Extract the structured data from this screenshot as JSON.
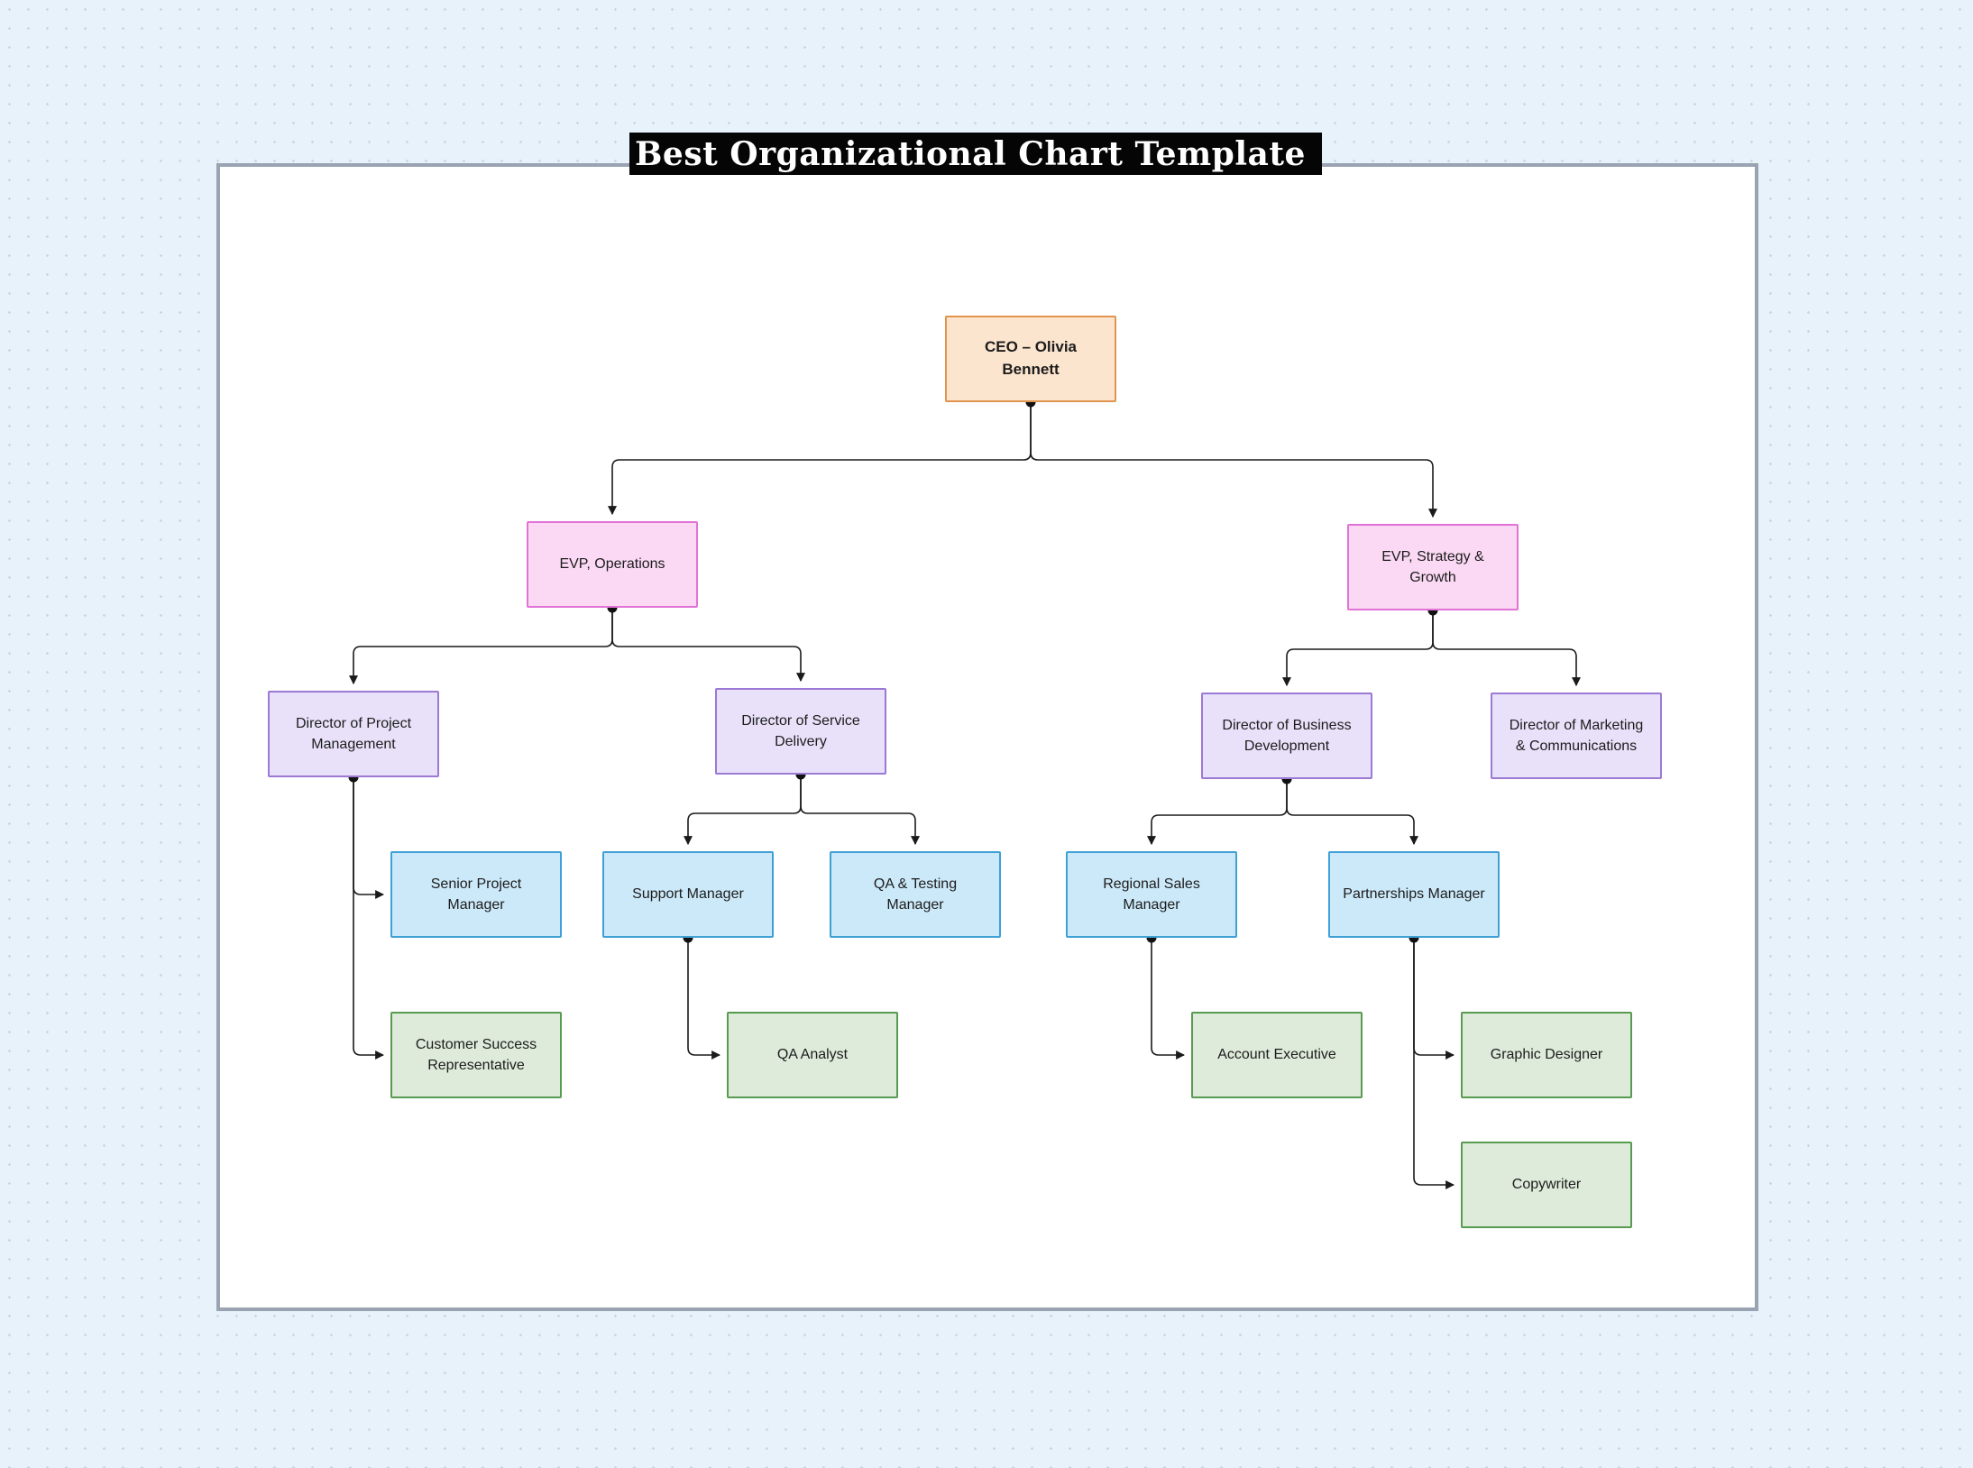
{
  "title": "Best Organizational Chart Template",
  "nodes": {
    "ceo": {
      "label": "CEO – Olivia Bennett",
      "level": "ceo"
    },
    "evp_operations": {
      "label": "EVP, Operations",
      "level": "evp"
    },
    "evp_strategy": {
      "label": "EVP, Strategy & Growth",
      "level": "evp"
    },
    "dir_project": {
      "label": "Director of Project Management",
      "level": "director"
    },
    "dir_service": {
      "label": "Director of Service Delivery",
      "level": "director"
    },
    "dir_bizdev": {
      "label": "Director of Business Development",
      "level": "director"
    },
    "dir_marketing": {
      "label": "Director of Marketing & Communications",
      "level": "director"
    },
    "senior_pm": {
      "label": "Senior Project Manager",
      "level": "manager"
    },
    "support_mgr": {
      "label": "Support Manager",
      "level": "manager"
    },
    "qa_testing_mgr": {
      "label": "QA & Testing Manager",
      "level": "manager"
    },
    "regional_sales": {
      "label": "Regional Sales Manager",
      "level": "manager"
    },
    "partnerships": {
      "label": "Partnerships Manager",
      "level": "manager"
    },
    "csr": {
      "label": "Customer Success Representative",
      "level": "staff"
    },
    "qa_analyst": {
      "label": "QA Analyst",
      "level": "staff"
    },
    "account_exec": {
      "label": "Account Executive",
      "level": "staff"
    },
    "graphic_designer": {
      "label": "Graphic Designer",
      "level": "staff"
    },
    "copywriter": {
      "label": "Copywriter",
      "level": "staff"
    }
  },
  "edges": [
    {
      "from": "ceo",
      "to": "evp_operations"
    },
    {
      "from": "ceo",
      "to": "evp_strategy"
    },
    {
      "from": "evp_operations",
      "to": "dir_project"
    },
    {
      "from": "evp_operations",
      "to": "dir_service"
    },
    {
      "from": "evp_strategy",
      "to": "dir_bizdev"
    },
    {
      "from": "evp_strategy",
      "to": "dir_marketing"
    },
    {
      "from": "dir_project",
      "to": "senior_pm"
    },
    {
      "from": "dir_project",
      "to": "csr"
    },
    {
      "from": "dir_service",
      "to": "support_mgr"
    },
    {
      "from": "dir_service",
      "to": "qa_testing_mgr"
    },
    {
      "from": "dir_bizdev",
      "to": "regional_sales"
    },
    {
      "from": "dir_bizdev",
      "to": "partnerships"
    },
    {
      "from": "support_mgr",
      "to": "qa_analyst"
    },
    {
      "from": "regional_sales",
      "to": "account_exec"
    },
    {
      "from": "partnerships",
      "to": "graphic_designer"
    },
    {
      "from": "partnerships",
      "to": "copywriter"
    }
  ],
  "colors": {
    "ceo_fill": "#fce5cf",
    "ceo_border": "#e0954f",
    "evp_fill": "#fbd9f4",
    "evp_border": "#e273d6",
    "director_fill": "#e8e1f9",
    "director_border": "#9b79d4",
    "manager_fill": "#cce9f9",
    "manager_border": "#3fa0d5",
    "staff_fill": "#deebda",
    "staff_border": "#589b50",
    "connector": "#1a1a1a",
    "canvas_bg": "#ffffff",
    "page_bg": "#e7f2fa"
  }
}
